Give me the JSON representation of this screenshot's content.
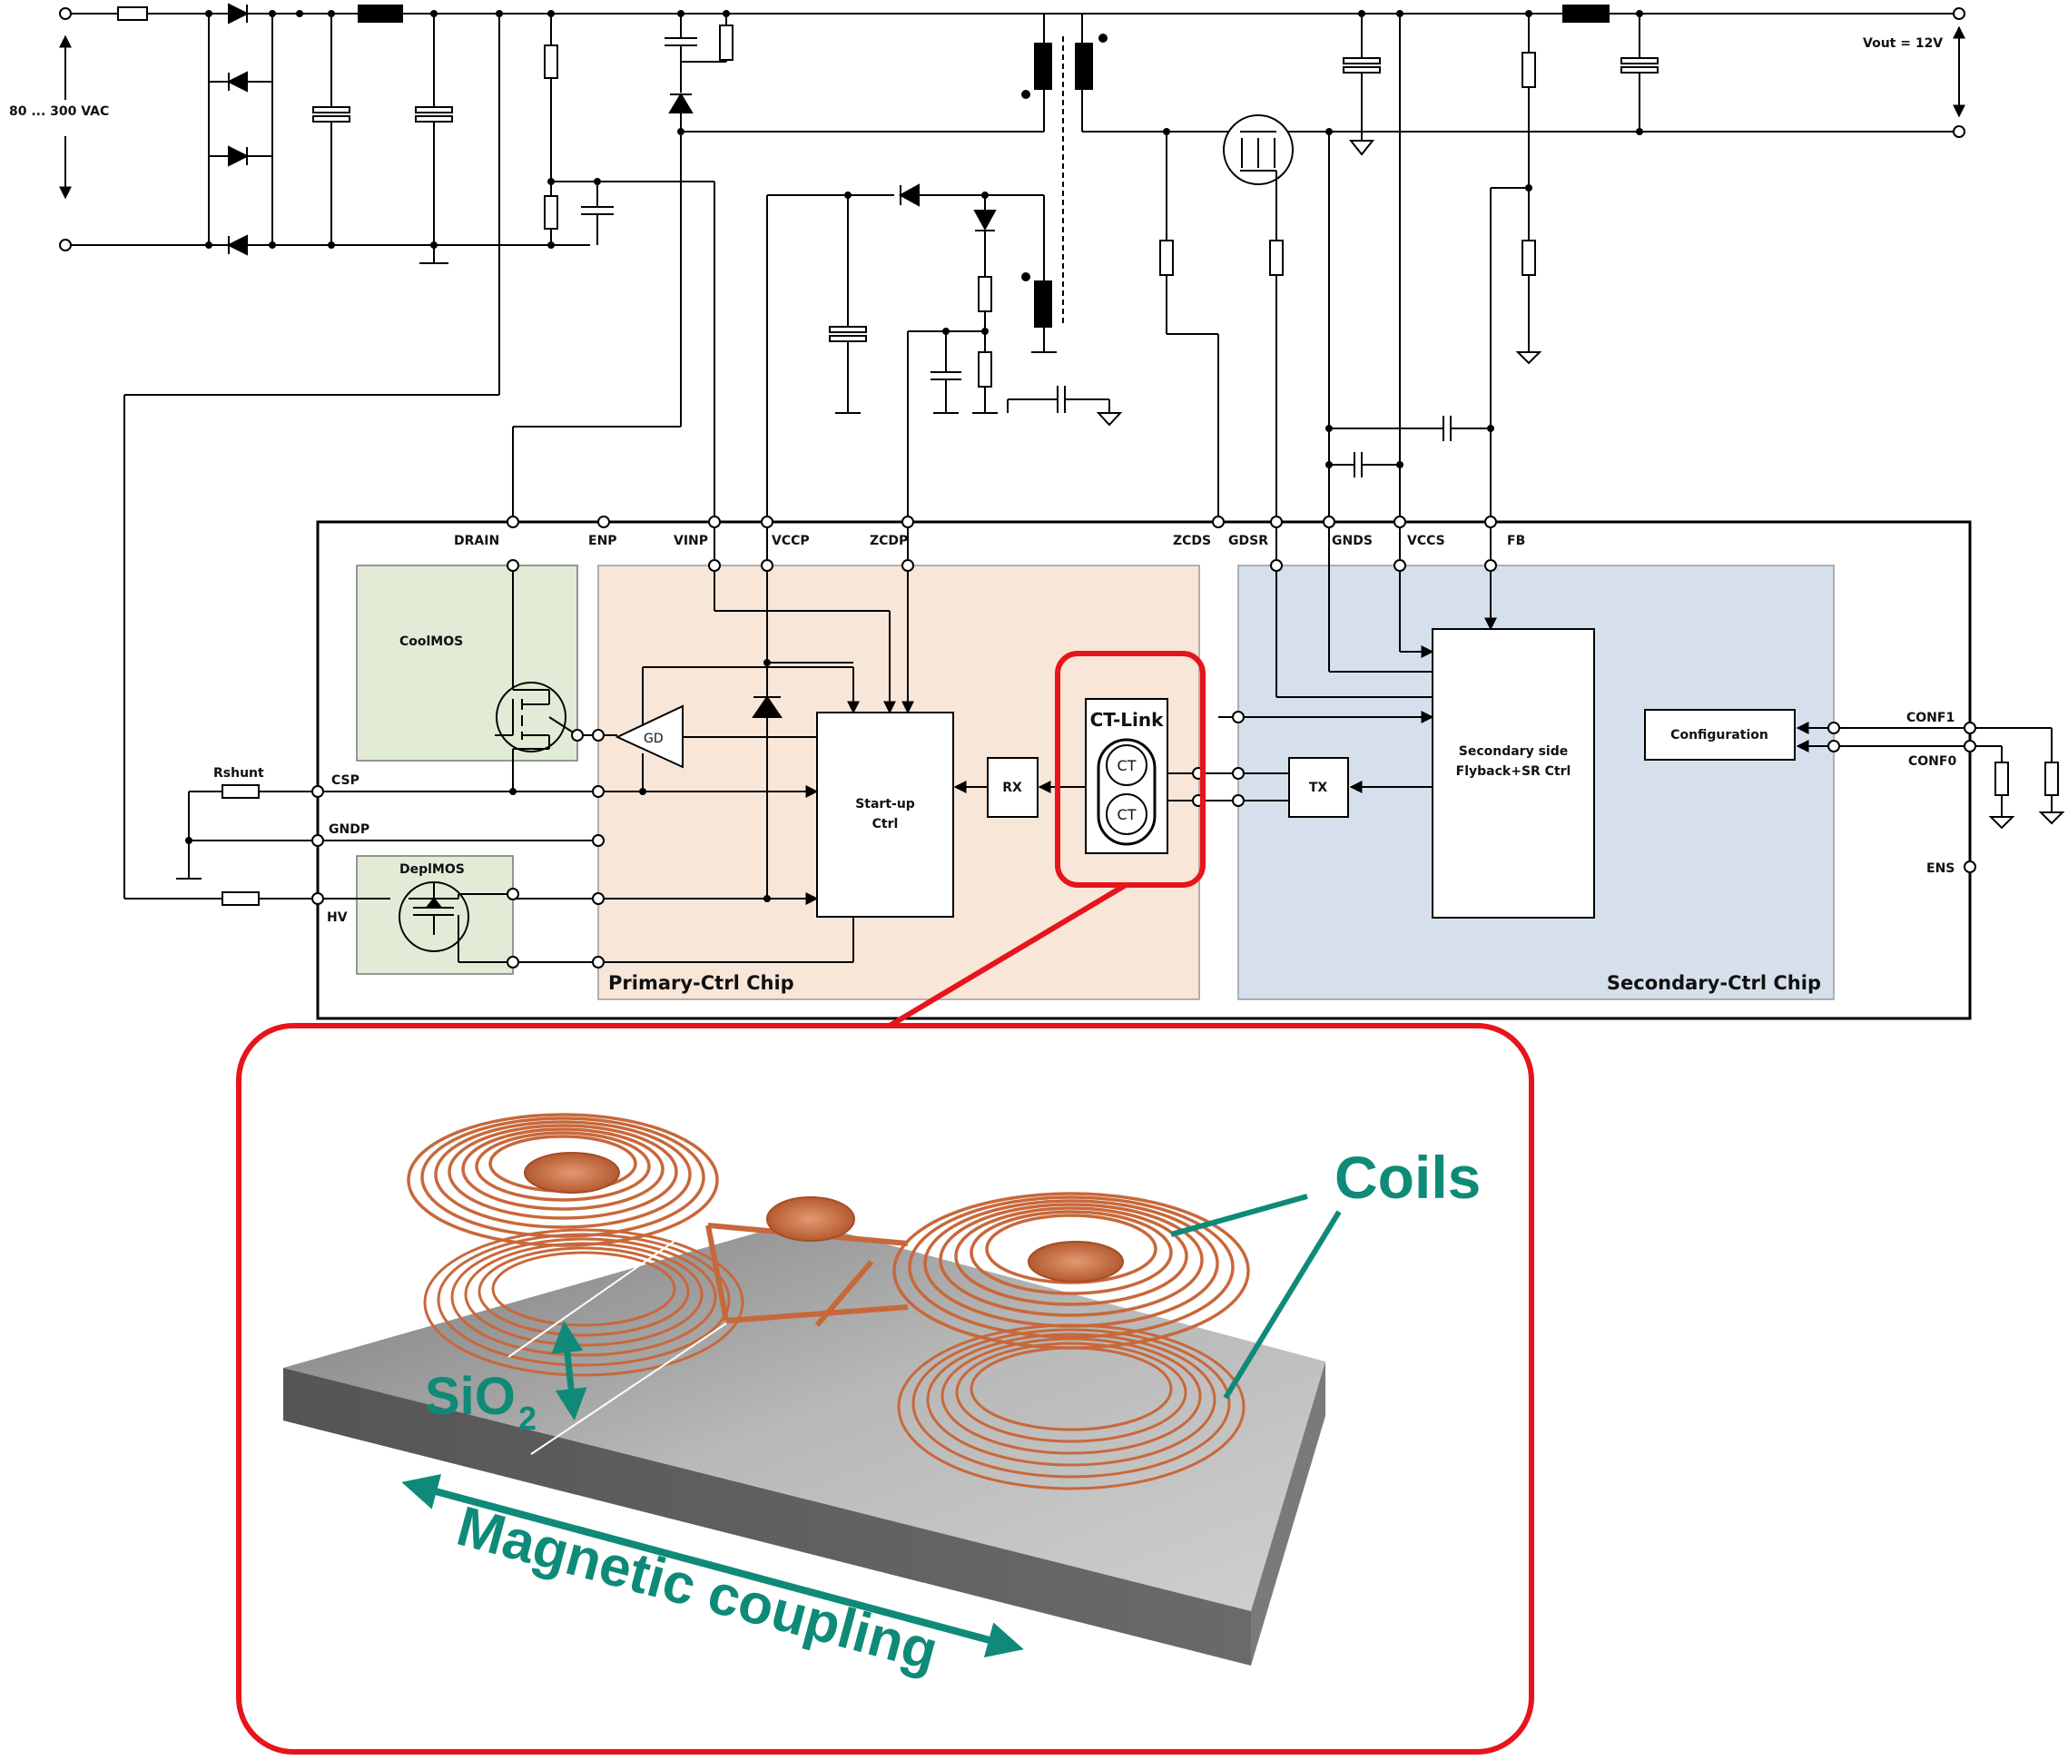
{
  "schematic": {
    "input_voltage": "80 ... 300 VAC",
    "output_voltage": "Vout = 12V",
    "pins_top": [
      "DRAIN",
      "ENP",
      "VINP",
      "VCCP",
      "ZCDP",
      "ZCDS",
      "GDSR",
      "GNDS",
      "VCCS",
      "FB"
    ],
    "pins_left": [
      "CSP",
      "GNDP",
      "HV"
    ],
    "pins_right": [
      "CONF1",
      "CONF0",
      "ENS"
    ],
    "rshunt": "Rshunt",
    "blocks": {
      "coolmos": "CoolMOS",
      "deplmos": "DeplMOS",
      "gd": "GD",
      "startup_line1": "Start-up",
      "startup_line2": "Ctrl",
      "rx": "RX",
      "tx": "TX",
      "ctlink": "CT-Link",
      "ct1": "CT",
      "ct2": "CT",
      "secondary_line1": "Secondary side",
      "secondary_line2": "Flyback+SR Ctrl",
      "configuration": "Configuration"
    },
    "primary_chip": "Primary-Ctrl Chip",
    "secondary_chip": "Secondary-Ctrl Chip"
  },
  "illustration": {
    "coils": "Coils",
    "sio2_main": "SiO",
    "sio2_sub": "2",
    "magnetic_coupling": "Magnetic coupling"
  },
  "colors": {
    "highlight": "#e8141c",
    "annotation": "#0f8a78",
    "copper": "#c8683a",
    "primary_fill": "#f8e6d8",
    "secondary_fill": "#d6e0ec",
    "mos_fill": "#e2ebd6"
  }
}
